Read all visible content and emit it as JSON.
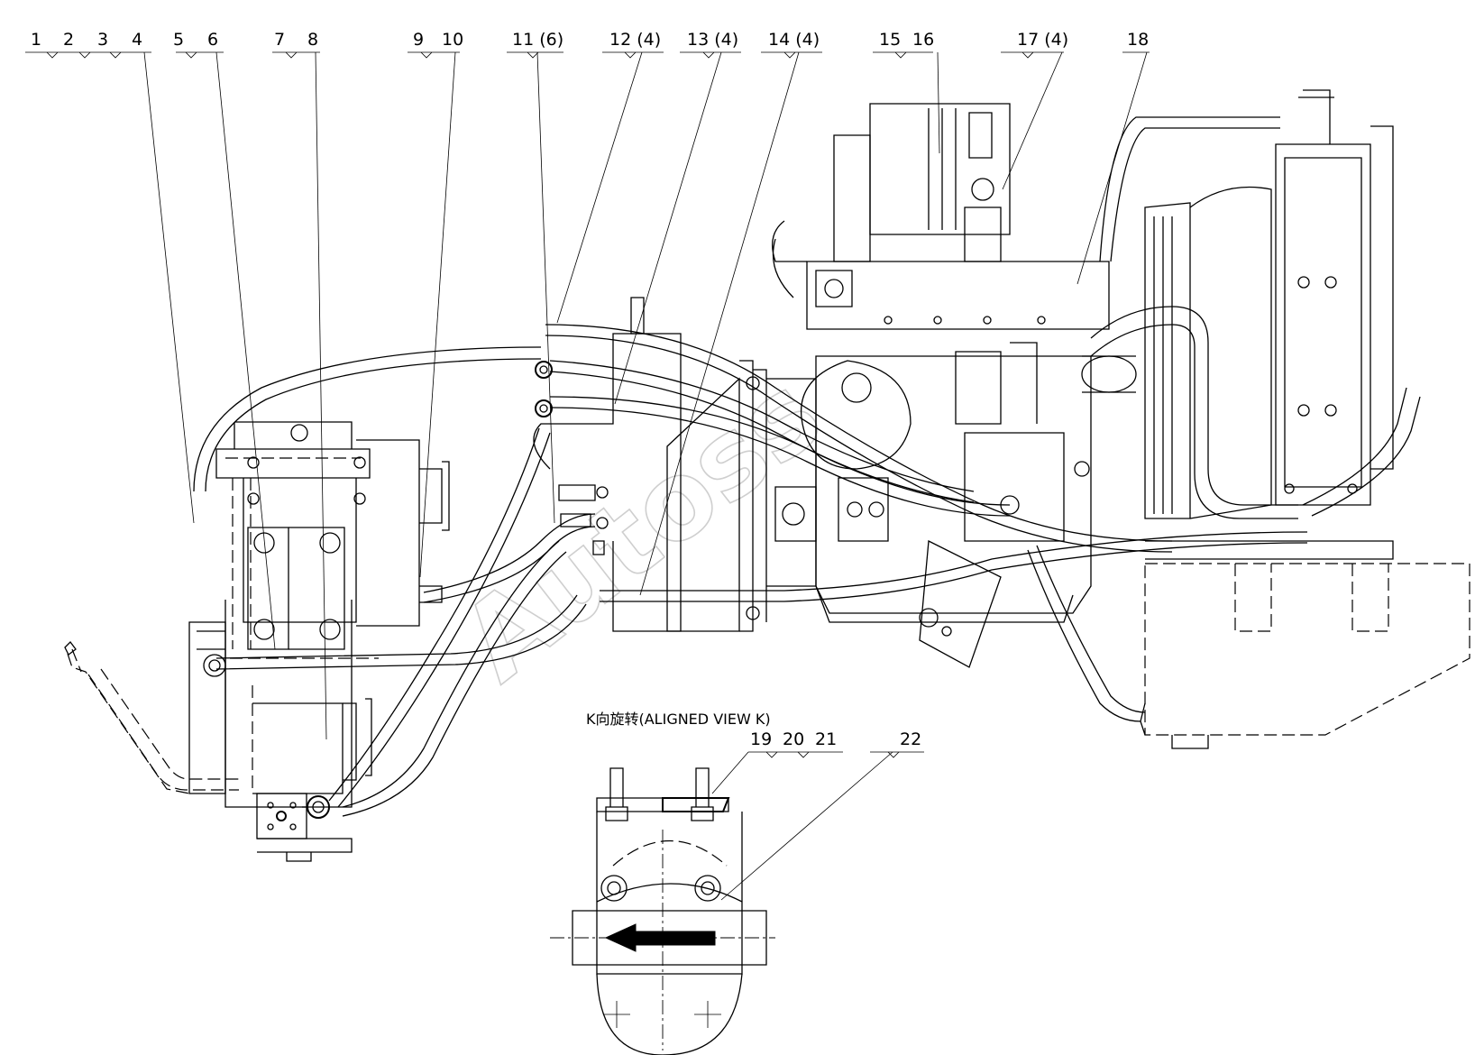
{
  "callouts": {
    "c1": "1",
    "c2": "2",
    "c3": "3",
    "c4": "4",
    "c5": "5",
    "c6": "6",
    "c7": "7",
    "c8": "8",
    "c9": "9",
    "c10": "10",
    "c11": "11 (6)",
    "c12": "12 (4)",
    "c13": "13 (4)",
    "c14": "14 (4)",
    "c15": "15",
    "c16": "16",
    "c17": "17 (4)",
    "c18": "18",
    "c19": "19",
    "c20": "20",
    "c21": "21",
    "c22": "22"
  },
  "aligned_view": {
    "title": "K向旋转(ALIGNED VIEW K)"
  },
  "watermark": {
    "text": "Autoss"
  }
}
